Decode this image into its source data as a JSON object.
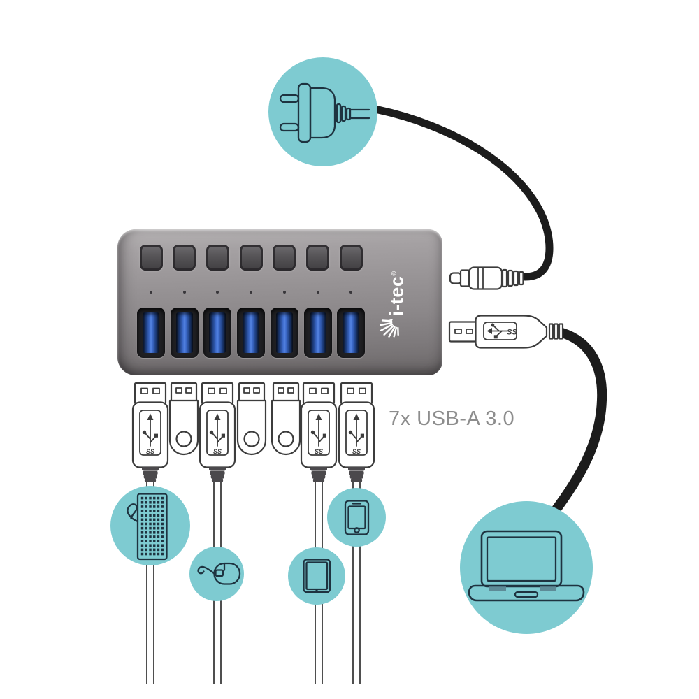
{
  "label": {
    "text": "7x USB-A 3.0"
  },
  "labels": {
    "ss": "SS"
  },
  "hub": {
    "brand": "i-tec",
    "reg": "®",
    "button_count": 7,
    "led_count": 7,
    "port_count": 7
  },
  "diagram": {
    "power_chain": {
      "source": "power-plug",
      "connector": "dc-barrel-plug"
    },
    "host_chain": {
      "connector": "usb-b-plug",
      "device": "laptop"
    },
    "connectors": [
      {
        "type": "usb-a-plug",
        "connects_to": "keyboard"
      },
      {
        "type": "usb-flash-drive"
      },
      {
        "type": "usb-a-plug",
        "connects_to": "mouse"
      },
      {
        "type": "usb-flash-drive"
      },
      {
        "type": "usb-flash-drive"
      },
      {
        "type": "usb-a-plug",
        "connects_to": "tablet"
      },
      {
        "type": "usb-a-plug",
        "connects_to": "smartphone"
      }
    ],
    "devices": [
      "power-plug",
      "keyboard",
      "mouse",
      "tablet",
      "smartphone",
      "laptop"
    ]
  },
  "colors": {
    "accent_teal": "#7ecbd1",
    "icon_stroke": "#1e3340",
    "cable_black": "#1c1c1c",
    "outline_gray": "#3c3c3c",
    "label_gray": "#8d8d8d",
    "hub_gray": "#918d8f",
    "port_blue": "#3f6ecf",
    "background": "#ffffff"
  }
}
